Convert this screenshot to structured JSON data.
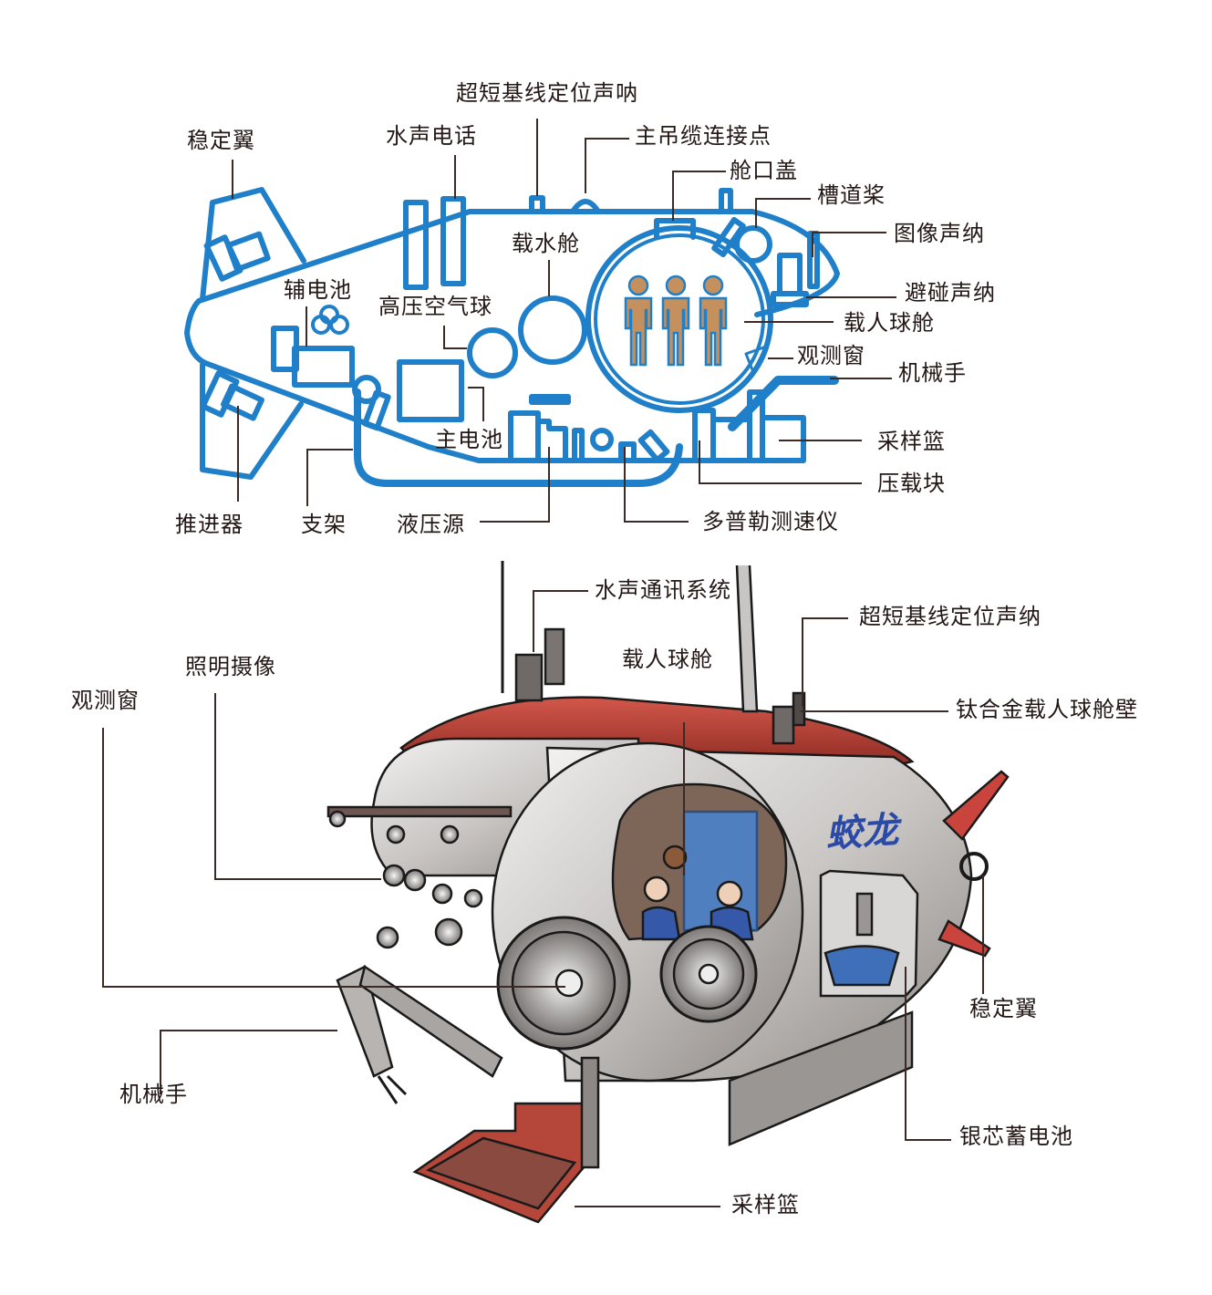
{
  "colors": {
    "diagram_stroke": "#1f7fc8",
    "leader_line": "#3b2a26",
    "label_text": "#231816",
    "crew_fill": "#c4905e",
    "hull_red": "#b23a2e",
    "hull_silver": "#c8c6c4",
    "name_blue": "#2a4aa6",
    "battery_blue": "#3f6fb8"
  },
  "schematic": {
    "labels": [
      {
        "id": "stabilizer",
        "text": "稳定翼"
      },
      {
        "id": "hydro-phone",
        "text": "水声电话"
      },
      {
        "id": "usbl-sonar",
        "text": "超短基线定位声呐"
      },
      {
        "id": "main-cable-point",
        "text": "主吊缆连接点"
      },
      {
        "id": "hatch-cover",
        "text": "舱口盖"
      },
      {
        "id": "tunnel-thruster",
        "text": "槽道桨"
      },
      {
        "id": "imaging-sonar",
        "text": "图像声纳"
      },
      {
        "id": "collision-sonar",
        "text": "避碰声纳"
      },
      {
        "id": "crew-sphere",
        "text": "载人球舱"
      },
      {
        "id": "viewport",
        "text": "观测窗"
      },
      {
        "id": "manipulator",
        "text": "机械手"
      },
      {
        "id": "water-tank",
        "text": "载水舱"
      },
      {
        "id": "aux-battery",
        "text": "辅电池"
      },
      {
        "id": "hp-air-sphere",
        "text": "高压空气球"
      },
      {
        "id": "main-battery",
        "text": "主电池"
      },
      {
        "id": "sample-basket",
        "text": "采样篮"
      },
      {
        "id": "ballast",
        "text": "压载块"
      },
      {
        "id": "thruster",
        "text": "推进器"
      },
      {
        "id": "frame",
        "text": "支架"
      },
      {
        "id": "hydraulic-source",
        "text": "液压源"
      },
      {
        "id": "doppler",
        "text": "多普勒测速仪"
      }
    ]
  },
  "illustration": {
    "hull_name": "蛟龙",
    "labels": [
      {
        "id": "acoustic-comm",
        "text": "水声通讯系统"
      },
      {
        "id": "usbl-sonar",
        "text": "超短基线定位声纳"
      },
      {
        "id": "crew-sphere",
        "text": "载人球舱"
      },
      {
        "id": "titanium-wall",
        "text": "钛合金载人球舱壁"
      },
      {
        "id": "lighting-camera",
        "text": "照明摄像"
      },
      {
        "id": "viewport",
        "text": "观测窗"
      },
      {
        "id": "stabilizer",
        "text": "稳定翼"
      },
      {
        "id": "manipulator",
        "text": "机械手"
      },
      {
        "id": "silver-battery",
        "text": "银芯蓄电池"
      },
      {
        "id": "sample-basket",
        "text": "采样篮"
      }
    ]
  }
}
